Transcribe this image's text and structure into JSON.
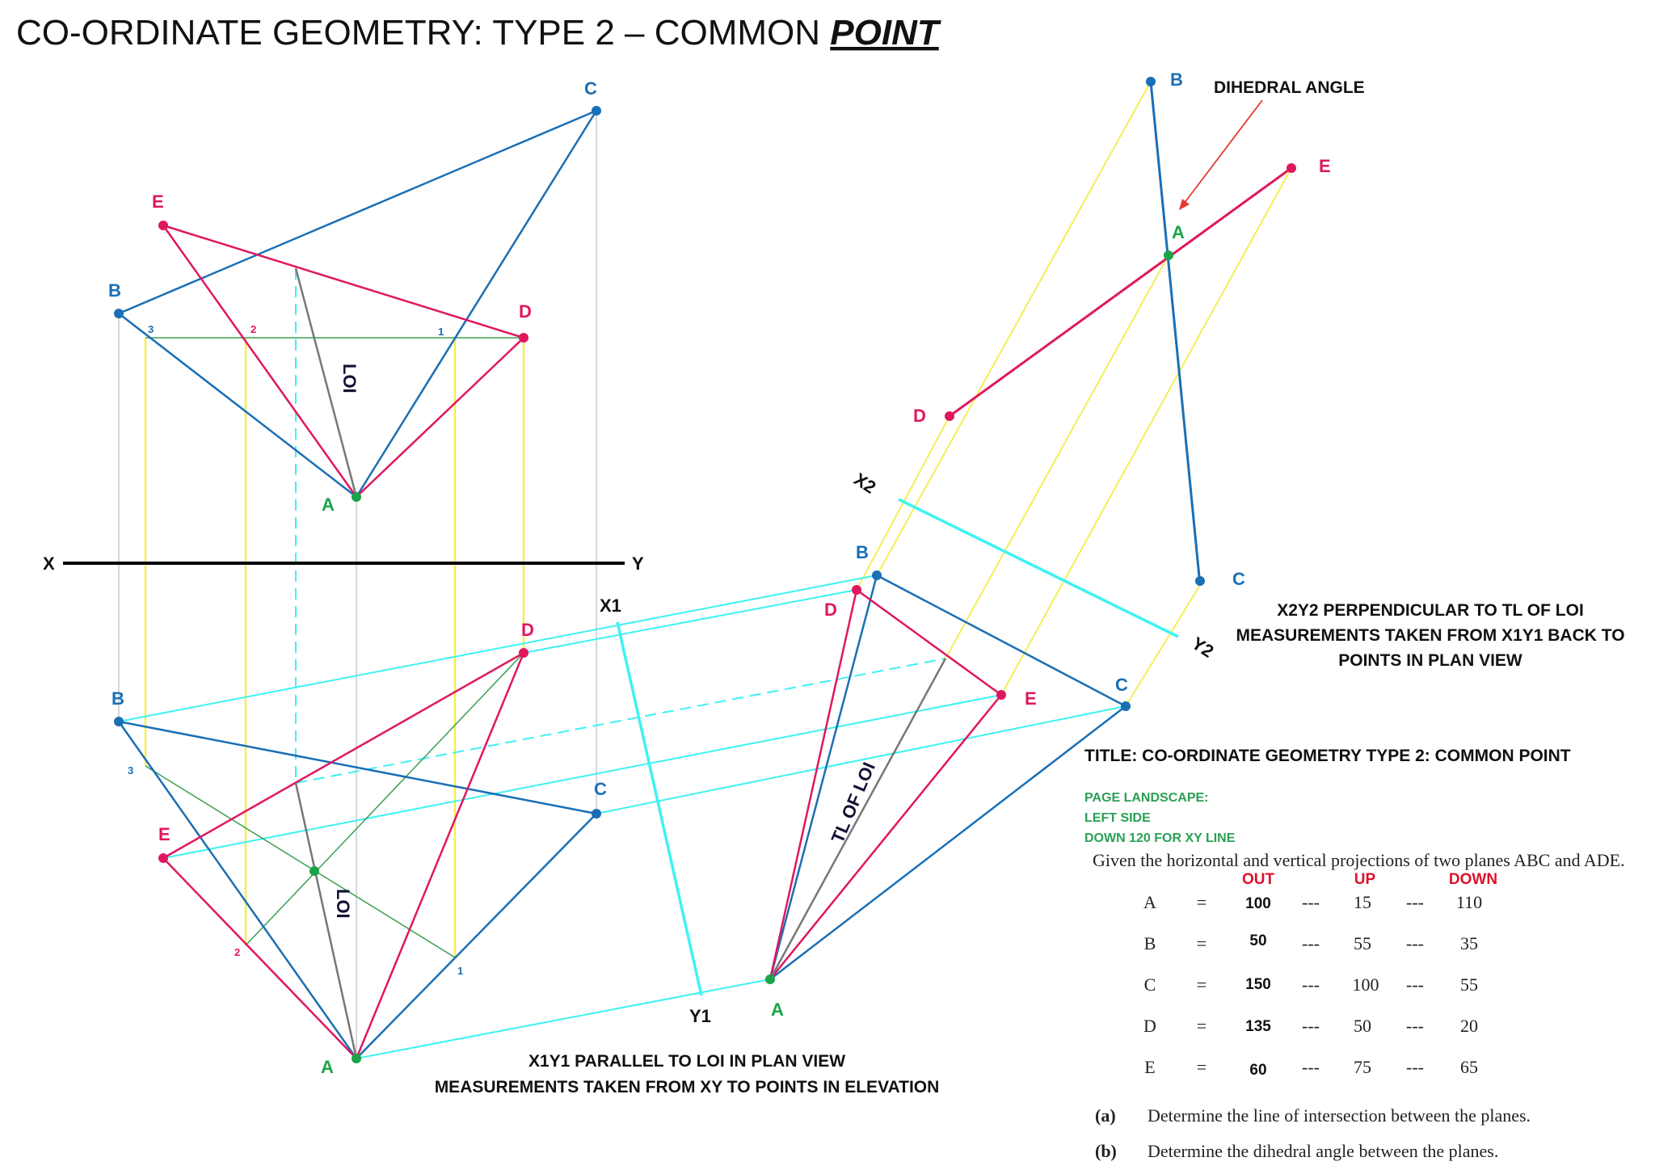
{
  "title": {
    "prefix": "CO-ORDINATE GEOMETRY: TYPE 2 – COMMON ",
    "emph": "POINT"
  },
  "colors": {
    "abc": "#1a6fb5",
    "ade": "#e0175f",
    "point_a": "#1aa34a",
    "loi": "#777777",
    "projector": "#f4ef55",
    "aux": "#3ff2f2",
    "construction": "#3aa050",
    "thin": "#cccccc",
    "axis": "#000000",
    "arrow": "#e53935"
  },
  "labels": {
    "x": "X",
    "y": "Y",
    "x1": "X1",
    "y1": "Y1",
    "x2": "X2",
    "y2": "Y2",
    "loi": "LOI",
    "tl_loi": "TL OF LOI",
    "dihedral": "DIHEDRAL ANGLE",
    "n1": "1",
    "n2": "2",
    "n3": "3"
  },
  "points": {
    "a": "A",
    "b": "B",
    "c": "C",
    "d": "D",
    "e": "E"
  },
  "notes": {
    "x1y1_line1": "X1Y1 PARALLEL TO LOI IN PLAN VIEW",
    "x1y1_line2": "MEASUREMENTS TAKEN FROM XY TO POINTS IN ELEVATION",
    "x2y2_line1": "X2Y2 PERPENDICULAR TO TL OF LOI",
    "x2y2_line2": "MEASUREMENTS TAKEN FROM X1Y1 BACK TO",
    "x2y2_line3": "POINTS IN PLAN VIEW"
  },
  "info": {
    "title": "TITLE: CO-ORDINATE GEOMETRY TYPE 2: COMMON POINT",
    "page": [
      "PAGE LANDSCAPE:",
      "LEFT SIDE",
      "DOWN 120 FOR XY LINE"
    ]
  },
  "problem": {
    "intro": "Given the horizontal and vertical projections of two planes ABC and ADE.",
    "headers": [
      "OUT",
      "UP",
      "DOWN"
    ],
    "eq": "=",
    "sep": "---",
    "rows": [
      {
        "point": "A",
        "out": "100",
        "up": "15",
        "down": "110"
      },
      {
        "point": "B",
        "out": "50",
        "up": "55",
        "down": "35"
      },
      {
        "point": "C",
        "out": "150",
        "up": "100",
        "down": "55"
      },
      {
        "point": "D",
        "out": "135",
        "up": "50",
        "down": "20"
      },
      {
        "point": "E",
        "out": "60",
        "up": "75",
        "down": "65"
      }
    ],
    "questions": [
      {
        "letter": "(a)",
        "text": "Determine the line of intersection between the planes."
      },
      {
        "letter": "(b)",
        "text": "Determine the dihedral angle between the planes."
      }
    ]
  }
}
